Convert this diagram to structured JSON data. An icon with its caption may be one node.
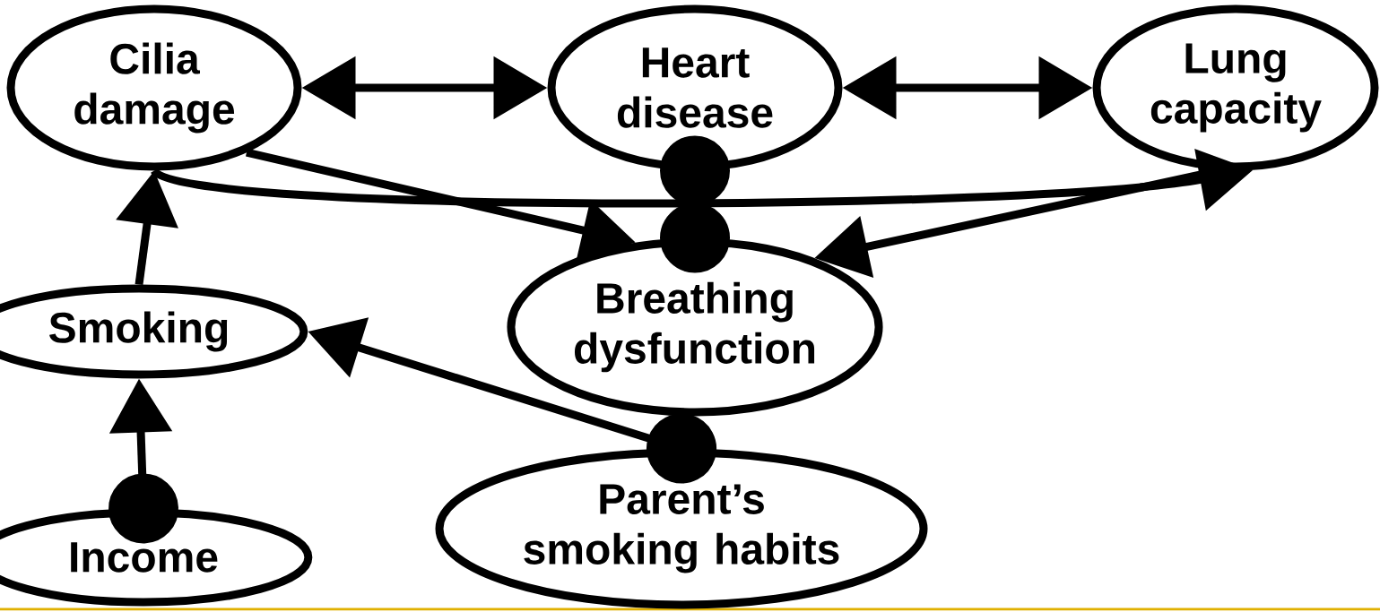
{
  "diagram": {
    "nodes": [
      {
        "text": [
          "Cilia damage"
        ]
      },
      {
        "text": [
          "Heart disease"
        ]
      },
      {
        "text": [
          "Lung capacity"
        ]
      },
      {
        "text": [
          "Breathing dysfunction"
        ]
      },
      {
        "text": [
          "Smoking"
        ]
      },
      {
        "text": [
          "Income"
        ]
      },
      {
        "text": [
          "Parent’s smoking habits"
        ]
      }
    ],
    "edges": [
      {
        "from": 0,
        "to": 1,
        "arrow": "both"
      },
      {
        "from": 1,
        "to": 2,
        "arrow": "both"
      },
      {
        "from": 0,
        "to": 3,
        "arrow": "to"
      },
      {
        "from": 0,
        "to": 2,
        "arrow": "to"
      },
      {
        "from": 1,
        "to": 3,
        "arrow": "other"
      },
      {
        "from": 2,
        "to": 3,
        "arrow": "to"
      },
      {
        "from": 4,
        "to": 0,
        "arrow": "to"
      },
      {
        "from": 5,
        "to": 4,
        "arrow": "to"
      },
      {
        "from": 6,
        "to": 4,
        "arrow": "to"
      }
    ]
  }
}
